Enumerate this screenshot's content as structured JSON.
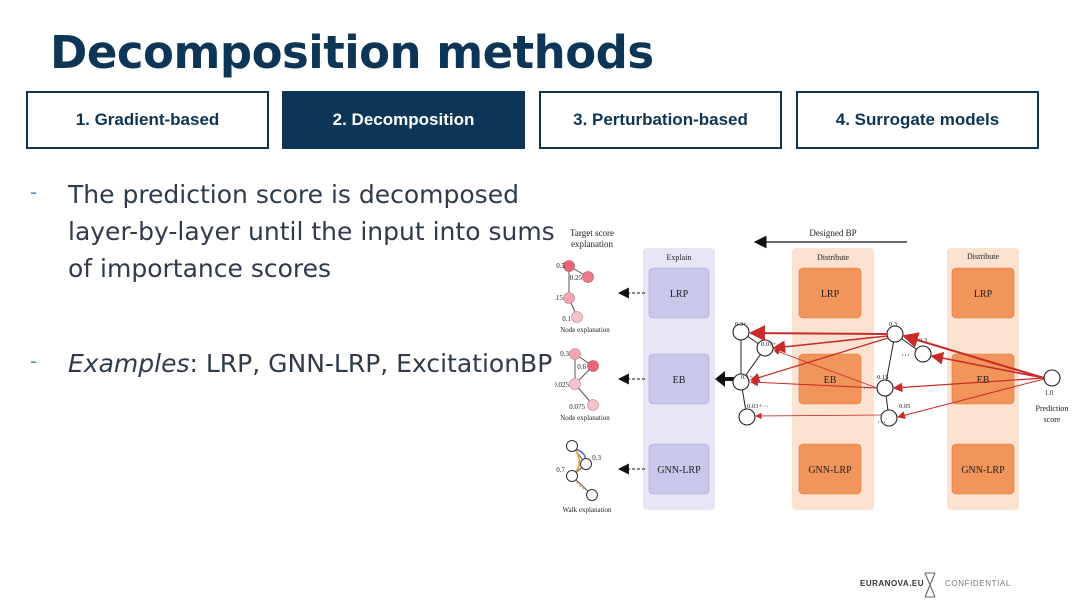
{
  "slide": {
    "title": "Decomposition methods"
  },
  "tabs": [
    {
      "label": "1. Gradient-based",
      "active": false
    },
    {
      "label": "2. Decomposition",
      "active": true
    },
    {
      "label": "3. Perturbation-based",
      "active": false
    },
    {
      "label": "4. Surrogate models",
      "active": false
    }
  ],
  "bullets": {
    "b1": "The prediction score is decomposed layer-by-layer until the input into sums of importance scores",
    "b2_em": "Examples",
    "b2_rest": ": LRP, GNN-LRP, ExcitationBP",
    "dash": "-"
  },
  "figure": {
    "target_title_1": "Target score",
    "target_title_2": "explanation",
    "designed_bp": "Designed BP",
    "explain_header": "Explain",
    "distribute_header": "Distribute",
    "methods": [
      "LRP",
      "EB",
      "GNN-LRP"
    ],
    "node_explanation": "Node explanation",
    "walk_explanation": "Walk explanation",
    "prediction_score_1": "Prediction",
    "prediction_score_2": "score",
    "expl1_values": [
      "0.5",
      "0.25",
      "0.15",
      "0.1"
    ],
    "expl2_values": [
      "0.3",
      "0.6",
      "0.025",
      "0.075"
    ],
    "expl3_values": [
      "0.3",
      "0.7"
    ],
    "left_layer_values": [
      "0.3+···",
      "0.07+···",
      "0.1+···",
      "0.03+···"
    ],
    "right_layer_values": [
      "0.3",
      "0.3",
      "0.15",
      "0.05"
    ],
    "ellipsis": "···",
    "output_value": "1.0"
  },
  "footer": {
    "brand": "EURANOVA.EU",
    "confidential": "CONFIDENTIAL"
  },
  "colors": {
    "navy": "#0d3556",
    "explain_panel": "#e6e6f7",
    "explain_box": "#c9c7ea",
    "distribute_panel": "#fbe2d1",
    "distribute_box": "#f2955a",
    "arrow_red": "#c92a2a",
    "node_pink": "#e9657a",
    "node_light_pink": "#f1a6b3"
  }
}
